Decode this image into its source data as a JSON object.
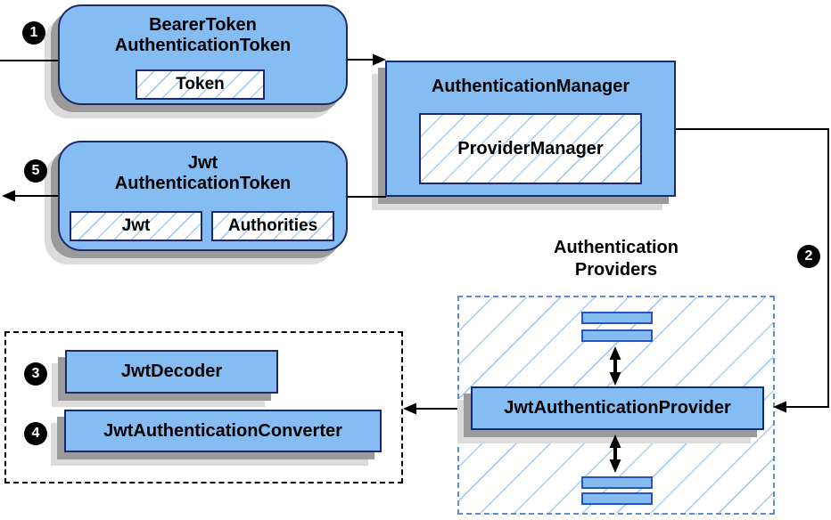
{
  "colors": {
    "box_fill": "#85BCF2",
    "box_border": "#1B2A6E",
    "bar_border": "#2A52C0",
    "hatch_line": "#A6CDF0",
    "blue_dash": "#5B8DD6",
    "shadow_dark": "#9B9B9B",
    "shadow_light": "#DCDCDC"
  },
  "markers": {
    "step1": "1",
    "step2": "2",
    "step3": "3",
    "step4": "4",
    "step5": "5"
  },
  "nodes": {
    "bearer_token": {
      "title_line1": "BearerToken",
      "title_line2": "AuthenticationToken",
      "field": "Token"
    },
    "authentication_manager": {
      "title": "AuthenticationManager",
      "implementation": "ProviderManager"
    },
    "jwt_token": {
      "title_line1": "Jwt",
      "title_line2": "AuthenticationToken",
      "field1": "Jwt",
      "field2": "Authorities"
    },
    "providers": {
      "title_line1": "Authentication",
      "title_line2": "Providers",
      "provider": "JwtAuthenticationProvider"
    },
    "decoder": {
      "label": "JwtDecoder"
    },
    "converter": {
      "label": "JwtAuthenticationConverter"
    }
  }
}
